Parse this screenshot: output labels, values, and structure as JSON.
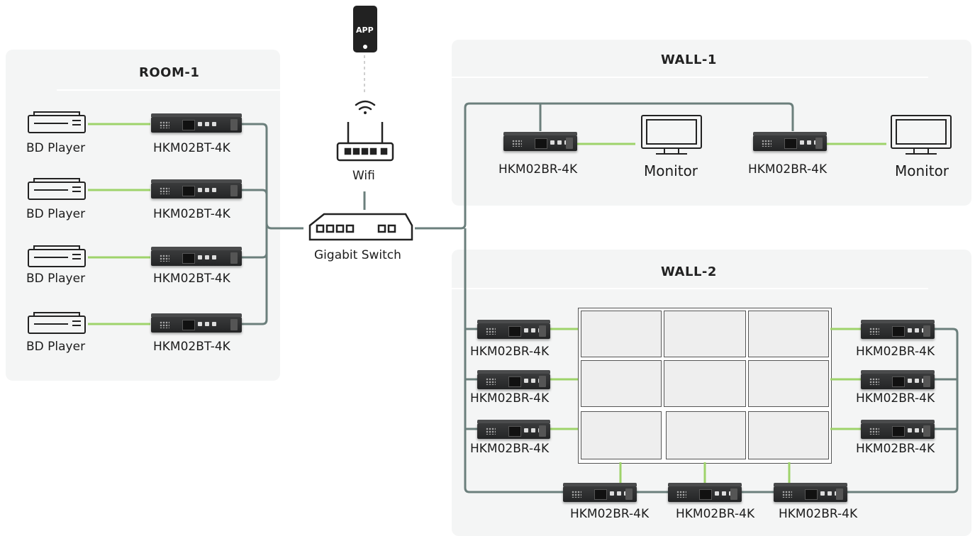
{
  "colors": {
    "network_line": "#6b7f7c",
    "green_link": "#9ed36a",
    "panel_bg": "#f4f5f5"
  },
  "room1": {
    "title": "ROOM-1",
    "players": [
      "BD Player",
      "BD Player",
      "BD Player",
      "BD Player"
    ],
    "transmitters": [
      "HKM02BT-4K",
      "HKM02BT-4K",
      "HKM02BT-4K",
      "HKM02BT-4K"
    ]
  },
  "center": {
    "app_label": "APP",
    "wifi_label": "Wifi",
    "switch_label": "Gigabit Switch"
  },
  "wall1": {
    "title": "WALL-1",
    "receivers": [
      "HKM02BR-4K",
      "HKM02BR-4K"
    ],
    "monitors": [
      "Monitor",
      "Monitor"
    ]
  },
  "wall2": {
    "title": "WALL-2",
    "left_receivers": [
      "HKM02BR-4K",
      "HKM02BR-4K",
      "HKM02BR-4K"
    ],
    "right_receivers": [
      "HKM02BR-4K",
      "HKM02BR-4K",
      "HKM02BR-4K"
    ],
    "bottom_receivers": [
      "HKM02BR-4K",
      "HKM02BR-4K",
      "HKM02BR-4K"
    ]
  },
  "icons": [
    "bd-player-icon",
    "monitor-icon",
    "router-icon",
    "switch-icon",
    "smartphone-icon",
    "wifi-icon"
  ]
}
